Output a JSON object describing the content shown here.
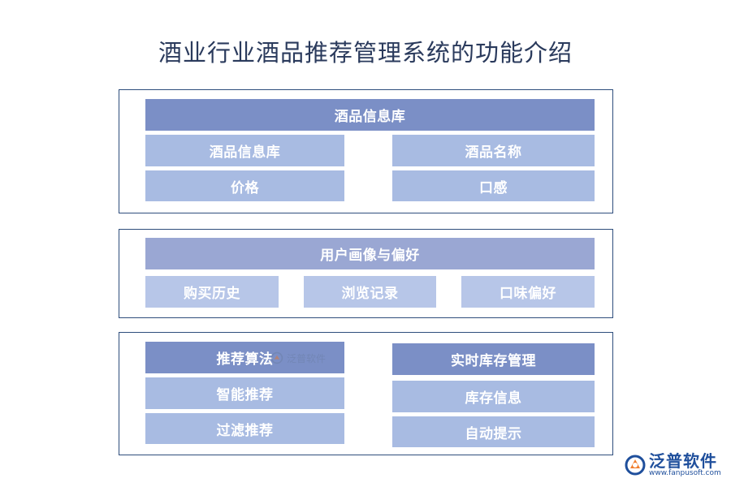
{
  "title": "酒业行业酒品推荐管理系统的功能介绍",
  "section1": {
    "header": "酒品信息库",
    "items": [
      "酒品信息库",
      "价格",
      "酒品名称",
      "口感"
    ]
  },
  "section2": {
    "header": "用户画像与偏好",
    "items": [
      "购买历史",
      "浏览记录",
      "口味偏好"
    ]
  },
  "section3": {
    "left": {
      "header": "推荐算法",
      "items": [
        "智能推荐",
        "过滤推荐"
      ]
    },
    "right": {
      "header": "实时库存管理",
      "items": [
        "库存信息",
        "自动提示"
      ]
    }
  },
  "watermark": {
    "text": "泛普软件"
  },
  "logo": {
    "name": "泛普软件",
    "url": "www.fanpusoft.com",
    "icon": "fanpu-logo-icon"
  },
  "colors": {
    "border": "#2e4d7c",
    "header_dark": "#7b8fc6",
    "header_mid": "#9aa7d3",
    "cell": "#a8bbe2",
    "cell_light": "#b7c6e8"
  }
}
